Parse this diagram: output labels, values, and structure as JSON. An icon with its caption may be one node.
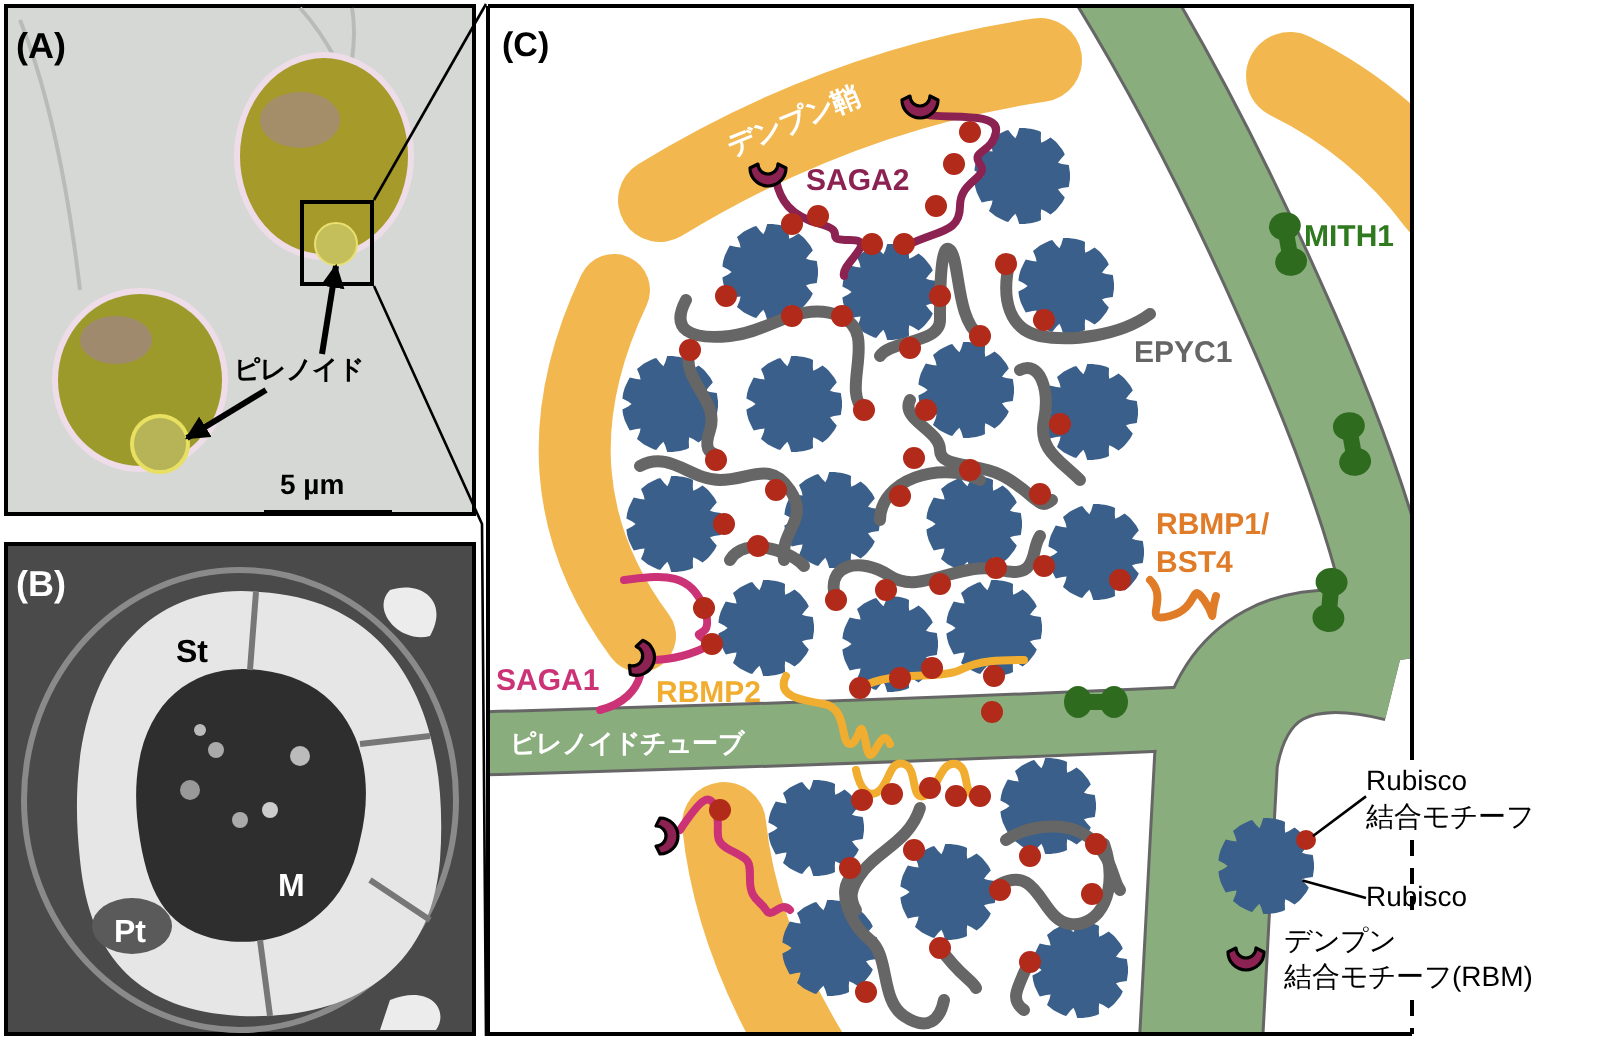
{
  "diagram": {
    "nodes": [
      {
        "text": [
          "(A)"
        ]
      },
      {
        "text": [],
        "shape": "box",
        "in": 0
      },
      {
        "text": [
          "ピレノイド"
        ],
        "in": 0
      },
      {
        "text": [],
        "shape": "circle",
        "in": 1
      },
      {
        "text": [],
        "shape": "circle",
        "in": 0
      },
      {
        "text": [
          "(B)"
        ]
      },
      {
        "text": [
          "(C)"
        ]
      },
      {
        "text": [
          "Rubisco 結合モチーフ"
        ]
      },
      {
        "text": [
          "Rubisco"
        ]
      },
      {
        "text": [],
        "shape": "gear",
        "in": 6
      },
      {
        "text": [],
        "shape": "circle",
        "in": 9
      }
    ],
    "edges": [
      {
        "from": 1,
        "to": 6,
        "arrow": "none"
      },
      {
        "from": 1,
        "to": 6,
        "arrow": "none"
      },
      {
        "from": 2,
        "to": 3,
        "arrow": "to",
        "style": "thick"
      },
      {
        "from": 2,
        "to": 4,
        "arrow": "to",
        "style": "thick"
      },
      {
        "from": 7,
        "to": 10,
        "arrow": "none"
      },
      {
        "from": 8,
        "to": 9,
        "arrow": "none"
      }
    ],
    "labels": [
      "5 µm",
      "St",
      "M",
      "Pt",
      "デンプン鞘",
      "SAGA2",
      "MITH1",
      "EPYC1",
      "RBMP1/ BST4",
      "SAGA1",
      "RBMP2",
      "ピレノイドチューブ"
    ],
    "legend": [
      {
        "text": "デンプン結合モチーフ(RBM)"
      }
    ]
  }
}
